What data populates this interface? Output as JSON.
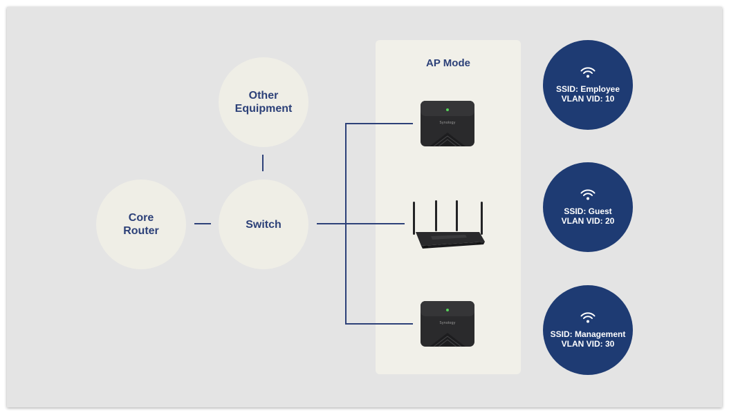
{
  "nodes": {
    "other_equipment": [
      "Other",
      "Equipment"
    ],
    "core_router": [
      "Core",
      "Router"
    ],
    "switch": "Switch"
  },
  "ap_panel": {
    "title": "AP Mode",
    "devices": [
      "mesh-router-icon",
      "wifi-router-icon",
      "mesh-router-icon"
    ],
    "brand": "Synology"
  },
  "ssids": [
    {
      "name": "SSID: Employee",
      "vlan": "VLAN VID: 10"
    },
    {
      "name": "SSID: Guest",
      "vlan": "VLAN VID: 20"
    },
    {
      "name": "SSID: Management",
      "vlan": "VLAN VID: 30"
    }
  ],
  "colors": {
    "background": "#e4e4e4",
    "node_fill": "#efeee6",
    "accent_navy": "#1e3b73",
    "label_navy": "#2c4078",
    "panel_fill": "#f1f0e9"
  }
}
